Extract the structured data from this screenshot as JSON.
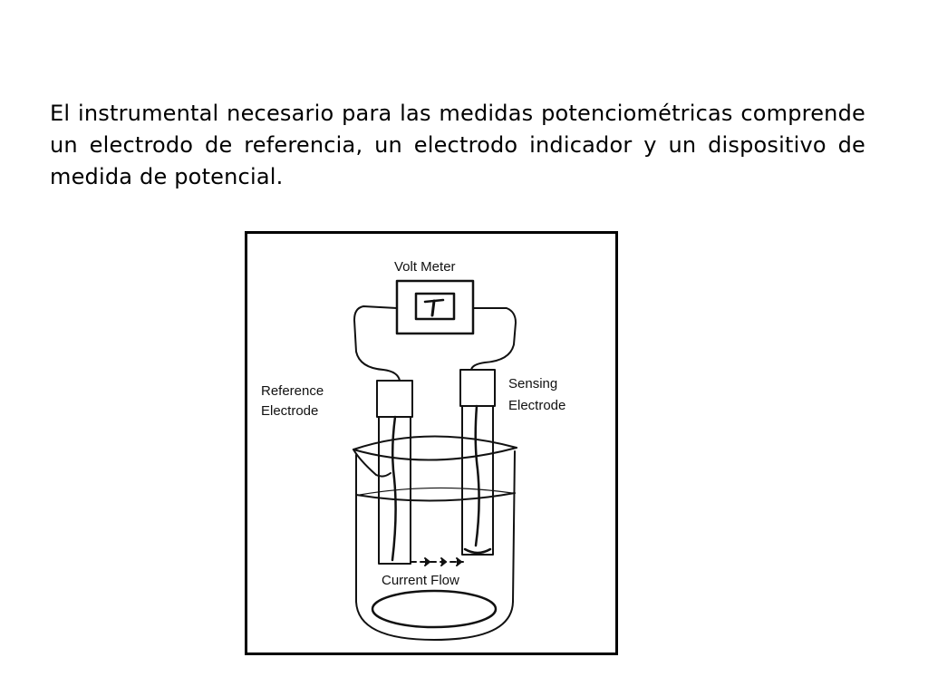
{
  "slide": {
    "paragraph": "El instrumental necesario para las medidas potenciométricas comprende un electrodo de referencia, un electrodo indicador y un dispositivo de medida de potencial."
  },
  "diagram": {
    "labels": {
      "volt_meter": "Volt Meter",
      "reference_line1": "Reference",
      "reference_line2": "Electrode",
      "sensing_line1": "Sensing",
      "sensing_line2": "Electrode",
      "current_flow": "Current Flow"
    },
    "icons": [
      "voltmeter-icon",
      "beaker-icon",
      "electrode-icon",
      "arrow-right-icon"
    ],
    "colors": {
      "ink": "#111111",
      "frame": "#000000",
      "background": "#ffffff"
    }
  }
}
